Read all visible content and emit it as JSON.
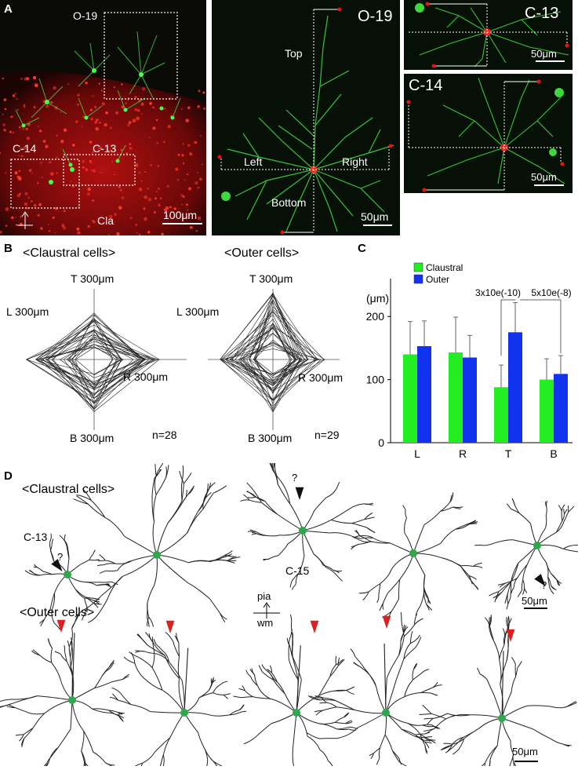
{
  "panels": {
    "a": "A",
    "b": "B",
    "c": "C",
    "d": "D"
  },
  "panel_a": {
    "overview": {
      "box_o19": "O-19",
      "box_c14": "C-14",
      "box_c13": "C-13",
      "region": "Cla",
      "scale": "100μm"
    },
    "o19": {
      "title": "O-19",
      "top": "Top",
      "left": "Left",
      "right": "Right",
      "bottom": "Bottom",
      "scale": "50μm"
    },
    "c13": {
      "title": "C-13",
      "scale": "50μm"
    },
    "c14": {
      "title": "C-14",
      "scale": "50μm"
    }
  },
  "panel_b": {
    "claustral": {
      "title": "<Claustral cells>",
      "top": "T 300μm",
      "left": "L 300μm",
      "right": "R 300μm",
      "bottom": "B 300μm",
      "n": "n=28"
    },
    "outer": {
      "title": "<Outer cells>",
      "top": "T 300μm",
      "left": "L 300μm",
      "right": "R 300μm",
      "bottom": "B 300μm",
      "n": "n=29"
    }
  },
  "panel_c": {
    "legend": {
      "claustral": "Claustral",
      "outer": "Outer"
    },
    "colors": {
      "claustral": "#22ee22",
      "outer": "#1133ee"
    },
    "ylabel": "(μm)",
    "sig_top": "3x10e(-10)",
    "sig_bottom": "5x10e(-8)"
  },
  "chart_data": {
    "type": "bar",
    "categories": [
      "L",
      "R",
      "T",
      "B"
    ],
    "series": [
      {
        "name": "Claustral",
        "values": [
          140,
          143,
          88,
          100
        ],
        "errors": [
          52,
          56,
          35,
          33
        ]
      },
      {
        "name": "Outer",
        "values": [
          153,
          135,
          175,
          109
        ],
        "errors": [
          40,
          35,
          47,
          29
        ]
      }
    ],
    "yticks": [
      0,
      100,
      200
    ],
    "ylim": [
      0,
      260
    ],
    "ylabel": "(μm)",
    "grid": false,
    "legend": "top-left"
  },
  "panel_d": {
    "claustral_title": "<Claustral cells>",
    "outer_title": "<Outer cells>",
    "cell_c13": "C-13",
    "cell_c15": "C-15",
    "question_mark": "?",
    "pia": "pia",
    "wm": "wm",
    "scale": "50μm",
    "soma_color": "#2ea84a",
    "arrow_color": "#e02020"
  }
}
